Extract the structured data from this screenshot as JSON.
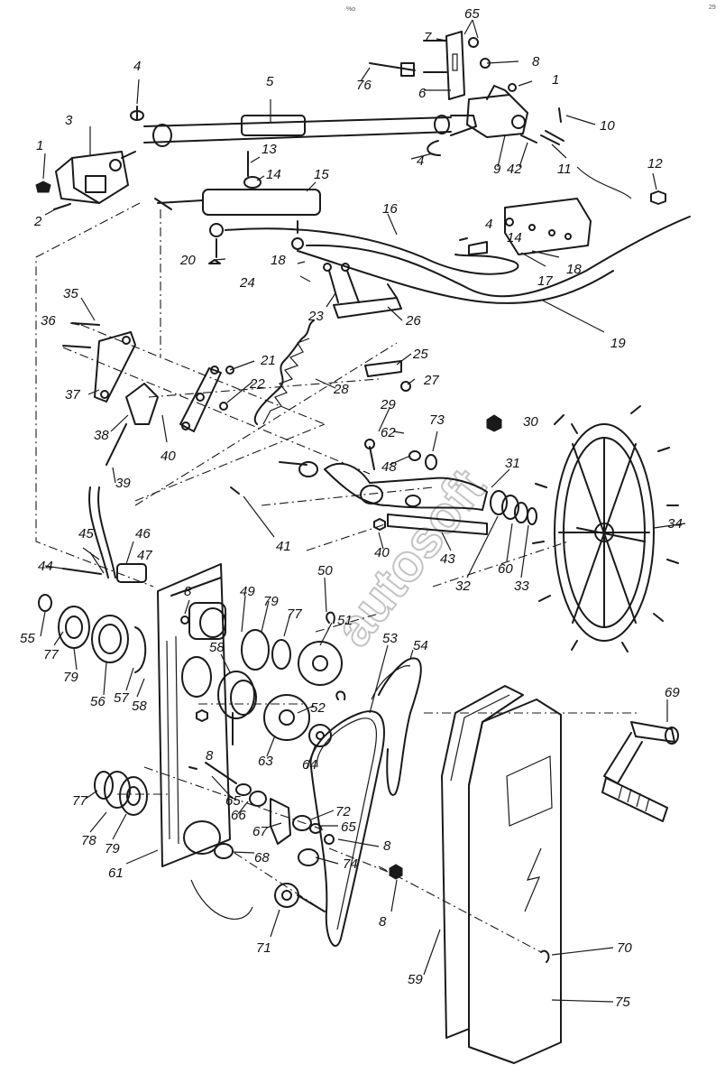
{
  "page": {
    "header_mark": "%o",
    "corner_mark": "29"
  },
  "watermark": "autosoft",
  "labels": [
    {
      "id": "l1a",
      "text": "1"
    },
    {
      "id": "l1b",
      "text": "1"
    },
    {
      "id": "l2",
      "text": "2"
    },
    {
      "id": "l3",
      "text": "3"
    },
    {
      "id": "l4a",
      "text": "4"
    },
    {
      "id": "l4b",
      "text": "4"
    },
    {
      "id": "l5",
      "text": "5"
    },
    {
      "id": "l6",
      "text": "6"
    },
    {
      "id": "l7",
      "text": "7"
    },
    {
      "id": "l8a",
      "text": "8"
    },
    {
      "id": "l8b",
      "text": "8"
    },
    {
      "id": "l8c",
      "text": "8"
    },
    {
      "id": "l8d",
      "text": "8"
    },
    {
      "id": "l8e",
      "text": "8"
    },
    {
      "id": "l9",
      "text": "9"
    },
    {
      "id": "l10",
      "text": "10"
    },
    {
      "id": "l11",
      "text": "11"
    },
    {
      "id": "l12",
      "text": "12"
    },
    {
      "id": "l13",
      "text": "13"
    },
    {
      "id": "l14",
      "text": "14"
    },
    {
      "id": "l15",
      "text": "15"
    },
    {
      "id": "l16",
      "text": "16"
    },
    {
      "id": "l17",
      "text": "17"
    },
    {
      "id": "l18a",
      "text": "18"
    },
    {
      "id": "l18b",
      "text": "18"
    },
    {
      "id": "l19",
      "text": "19"
    },
    {
      "id": "l20",
      "text": "20"
    },
    {
      "id": "l21",
      "text": "21"
    },
    {
      "id": "l22",
      "text": "22"
    },
    {
      "id": "l23",
      "text": "23"
    },
    {
      "id": "l24",
      "text": "24"
    },
    {
      "id": "l25",
      "text": "25"
    },
    {
      "id": "l26",
      "text": "26"
    },
    {
      "id": "l27",
      "text": "27"
    },
    {
      "id": "l28",
      "text": "28"
    },
    {
      "id": "l29",
      "text": "29"
    },
    {
      "id": "l30",
      "text": "30"
    },
    {
      "id": "l31",
      "text": "31"
    },
    {
      "id": "l32",
      "text": "32"
    },
    {
      "id": "l33",
      "text": "33"
    },
    {
      "id": "l34",
      "text": "34"
    },
    {
      "id": "l35",
      "text": "35"
    },
    {
      "id": "l36",
      "text": "36"
    },
    {
      "id": "l37",
      "text": "37"
    },
    {
      "id": "l38",
      "text": "38"
    },
    {
      "id": "l39",
      "text": "39"
    },
    {
      "id": "l40a",
      "text": "40"
    },
    {
      "id": "l40b",
      "text": "40"
    },
    {
      "id": "l41",
      "text": "41"
    },
    {
      "id": "l42",
      "text": "42"
    },
    {
      "id": "l43",
      "text": "43"
    },
    {
      "id": "l44",
      "text": "44"
    },
    {
      "id": "l45",
      "text": "45"
    },
    {
      "id": "l46",
      "text": "46"
    },
    {
      "id": "l47",
      "text": "47"
    },
    {
      "id": "l48",
      "text": "48"
    },
    {
      "id": "l49",
      "text": "49"
    },
    {
      "id": "l50",
      "text": "50"
    },
    {
      "id": "l51",
      "text": "51"
    },
    {
      "id": "l52",
      "text": "52"
    },
    {
      "id": "l53",
      "text": "53"
    },
    {
      "id": "l54",
      "text": "54"
    },
    {
      "id": "l55",
      "text": "55"
    },
    {
      "id": "l56",
      "text": "56"
    },
    {
      "id": "l57",
      "text": "57"
    },
    {
      "id": "l58a",
      "text": "58"
    },
    {
      "id": "l58b",
      "text": "58"
    },
    {
      "id": "l59",
      "text": "59"
    },
    {
      "id": "l60",
      "text": "60"
    },
    {
      "id": "l61",
      "text": "61"
    },
    {
      "id": "l62",
      "text": "62"
    },
    {
      "id": "l63",
      "text": "63"
    },
    {
      "id": "l64",
      "text": "64"
    },
    {
      "id": "l65a",
      "text": "65"
    },
    {
      "id": "l65b",
      "text": "65"
    },
    {
      "id": "l65c",
      "text": "65"
    },
    {
      "id": "l66",
      "text": "66"
    },
    {
      "id": "l67",
      "text": "67"
    },
    {
      "id": "l68",
      "text": "68"
    },
    {
      "id": "l69",
      "text": "69"
    },
    {
      "id": "l70",
      "text": "70"
    },
    {
      "id": "l71",
      "text": "71"
    },
    {
      "id": "l72",
      "text": "72"
    },
    {
      "id": "l73",
      "text": "73"
    },
    {
      "id": "l74",
      "text": "74"
    },
    {
      "id": "l75",
      "text": "75"
    },
    {
      "id": "l76",
      "text": "76"
    },
    {
      "id": "l77a",
      "text": "77"
    },
    {
      "id": "l77b",
      "text": "77"
    },
    {
      "id": "l77c",
      "text": "77"
    },
    {
      "id": "l78",
      "text": "78"
    },
    {
      "id": "l79a",
      "text": "79"
    },
    {
      "id": "l79b",
      "text": "79"
    },
    {
      "id": "l79c",
      "text": "79"
    },
    {
      "id": "lv4",
      "text": "4"
    },
    {
      "id": "lv14",
      "text": "14"
    }
  ]
}
